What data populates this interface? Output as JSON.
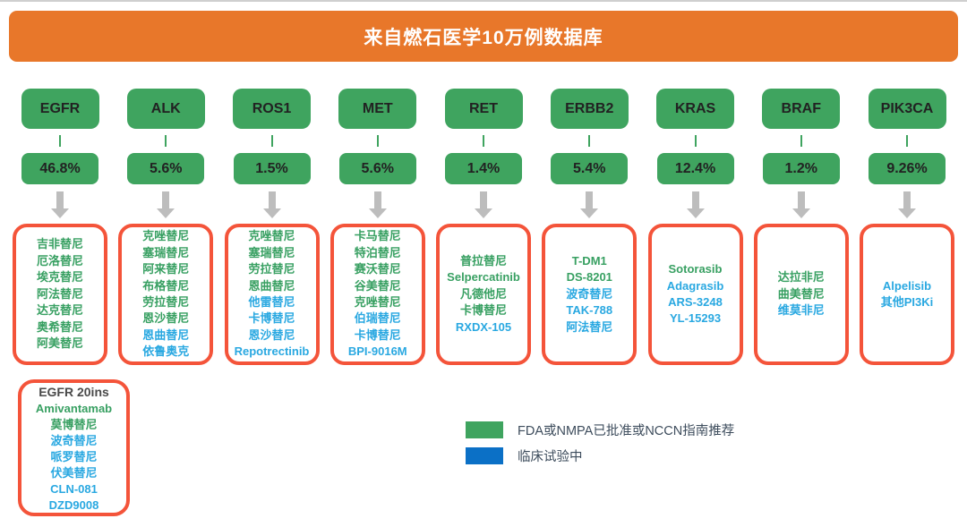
{
  "title": "来自燃石医学10万例数据库",
  "colors": {
    "banner_orange": "#e8772a",
    "box_green": "#3fa45f",
    "border_orange": "#f4543a",
    "approved_green": "#38a062",
    "trial_blue": "#29a8e1",
    "legend_blue": "#0b70c6",
    "arrow_gray": "#bdbdbd"
  },
  "columns": [
    {
      "gene": "EGFR",
      "percent": "46.8%",
      "drugs": [
        {
          "name": "吉非替尼",
          "status": "approved"
        },
        {
          "name": "厄洛替尼",
          "status": "approved"
        },
        {
          "name": "埃克替尼",
          "status": "approved"
        },
        {
          "name": "阿法替尼",
          "status": "approved"
        },
        {
          "name": "达克替尼",
          "status": "approved"
        },
        {
          "name": "奥希替尼",
          "status": "approved"
        },
        {
          "name": "阿美替尼",
          "status": "approved"
        }
      ]
    },
    {
      "gene": "ALK",
      "percent": "5.6%",
      "drugs": [
        {
          "name": "克唑替尼",
          "status": "approved"
        },
        {
          "name": "塞瑞替尼",
          "status": "approved"
        },
        {
          "name": "阿来替尼",
          "status": "approved"
        },
        {
          "name": "布格替尼",
          "status": "approved"
        },
        {
          "name": "劳拉替尼",
          "status": "approved"
        },
        {
          "name": "恩沙替尼",
          "status": "approved"
        },
        {
          "name": "恩曲替尼",
          "status": "trial"
        },
        {
          "name": "依鲁奥克",
          "status": "trial"
        }
      ]
    },
    {
      "gene": "ROS1",
      "percent": "1.5%",
      "drugs": [
        {
          "name": "克唑替尼",
          "status": "approved"
        },
        {
          "name": "塞瑞替尼",
          "status": "approved"
        },
        {
          "name": "劳拉替尼",
          "status": "approved"
        },
        {
          "name": "恩曲替尼",
          "status": "approved"
        },
        {
          "name": "他雷替尼",
          "status": "trial"
        },
        {
          "name": "卡博替尼",
          "status": "trial"
        },
        {
          "name": "恩沙替尼",
          "status": "trial"
        },
        {
          "name": "Repotrectinib",
          "status": "trial"
        }
      ]
    },
    {
      "gene": "MET",
      "percent": "5.6%",
      "drugs": [
        {
          "name": "卡马替尼",
          "status": "approved"
        },
        {
          "name": "特泊替尼",
          "status": "approved"
        },
        {
          "name": "赛沃替尼",
          "status": "approved"
        },
        {
          "name": "谷美替尼",
          "status": "approved"
        },
        {
          "name": "克唑替尼",
          "status": "approved"
        },
        {
          "name": "伯瑞替尼",
          "status": "trial"
        },
        {
          "name": "卡博替尼",
          "status": "trial"
        },
        {
          "name": "BPI-9016M",
          "status": "trial"
        }
      ]
    },
    {
      "gene": "RET",
      "percent": "1.4%",
      "drugs": [
        {
          "name": "普拉替尼",
          "status": "approved"
        },
        {
          "name": "Selpercatinib",
          "status": "approved"
        },
        {
          "name": "凡德他尼",
          "status": "approved"
        },
        {
          "name": "卡博替尼",
          "status": "approved"
        },
        {
          "name": "RXDX-105",
          "status": "trial"
        }
      ]
    },
    {
      "gene": "ERBB2",
      "percent": "5.4%",
      "drugs": [
        {
          "name": "T-DM1",
          "status": "approved"
        },
        {
          "name": "DS-8201",
          "status": "approved"
        },
        {
          "name": "波奇替尼",
          "status": "trial"
        },
        {
          "name": "TAK-788",
          "status": "trial"
        },
        {
          "name": "阿法替尼",
          "status": "trial"
        }
      ]
    },
    {
      "gene": "KRAS",
      "percent": "12.4%",
      "drugs": [
        {
          "name": "Sotorasib",
          "status": "approved"
        },
        {
          "name": "Adagrasib",
          "status": "trial"
        },
        {
          "name": "ARS-3248",
          "status": "trial"
        },
        {
          "name": "YL-15293",
          "status": "trial"
        }
      ]
    },
    {
      "gene": "BRAF",
      "percent": "1.2%",
      "drugs": [
        {
          "name": "达拉非尼",
          "status": "approved"
        },
        {
          "name": "曲美替尼",
          "status": "approved"
        },
        {
          "name": "维莫非尼",
          "status": "trial"
        }
      ]
    },
    {
      "gene": "PIK3CA",
      "percent": "9.26%",
      "drugs": [
        {
          "name": "Alpelisib",
          "status": "trial"
        },
        {
          "name": "其他PI3Ki",
          "status": "trial"
        }
      ]
    }
  ],
  "extra_box": {
    "title": "EGFR 20ins",
    "drugs": [
      {
        "name": "Amivantamab",
        "status": "approved"
      },
      {
        "name": "莫博替尼",
        "status": "approved"
      },
      {
        "name": "波奇替尼",
        "status": "trial"
      },
      {
        "name": "哌罗替尼",
        "status": "trial"
      },
      {
        "name": "伏美替尼",
        "status": "trial"
      },
      {
        "name": "CLN-081",
        "status": "trial"
      },
      {
        "name": "DZD9008",
        "status": "trial"
      }
    ]
  },
  "legend": {
    "items": [
      {
        "color": "green",
        "label": "FDA或NMPA已批准或NCCN指南推荐"
      },
      {
        "color": "blue",
        "label": "临床试验中"
      }
    ]
  }
}
